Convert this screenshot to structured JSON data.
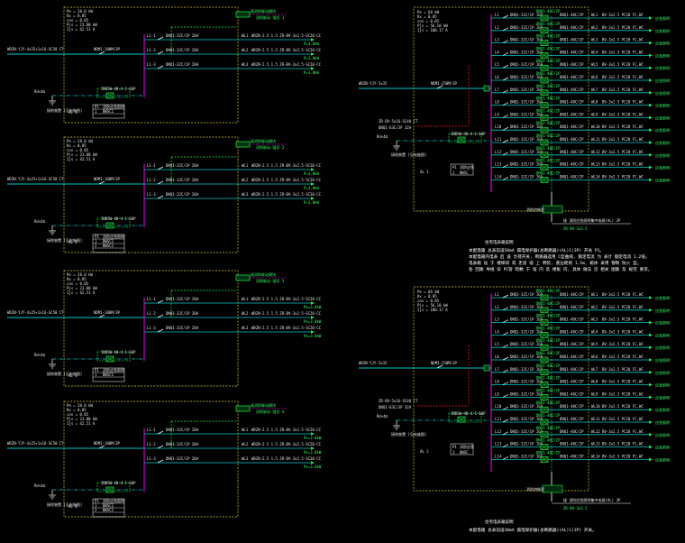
{
  "colors": {
    "background": "#000000",
    "panel_border": "#d8c83a",
    "bus": "#00c8c8",
    "busbar": "#b000b0",
    "green": "#22ee44",
    "red_dashed": "#ff2020",
    "white": "#ffffff"
  },
  "left_panels": [
    {
      "params": [
        "Pe = 28.0 kW",
        "Kx = 0.85",
        "cos = 0.85",
        "Pjs = 23.80 kW",
        "Ijs = 42.51 A"
      ],
      "incoming": "WDZN-YJY-4x25+1x16-SC50 CT",
      "main_breaker": "NDM1-100M/3P",
      "spd": "INDSW-40-4-1-60P",
      "earth": "Rd<4Ω",
      "bottom_note": "接地装置\n(见电施图)",
      "box_label": "AL 1",
      "box_rows": [
        [
          "P1",
          "消防应急照明"
        ],
        [
          "1",
          "BWSC1"
        ]
      ],
      "alarm_label": "接消防联动模块",
      "alarm_label2": "消防联动 强切 1",
      "circuits": [
        {
          "id": "L1-1",
          "breaker": "DNQ1-32C/1P 20A",
          "cable": "WDZN-2.5 1.5 ZR-BV-3x2.5-SC20-CC",
          "circ": "WL1",
          "load": "P=3.0kW"
        },
        {
          "id": "L1-2",
          "breaker": "DNQ1-32C/1P 20A",
          "cable": "WDZN-2.5 1.5 ZR-BV-3x2.5-SC20-CC",
          "circ": "WL2",
          "load": "P=3.0kW"
        },
        {
          "id": "L1-3",
          "breaker": "DNQ1-32C/1P 20A",
          "cable": "WDZN-2.5 1.5 ZR-BV-3x2.5-SC20-CC",
          "circ": "WL3",
          "load": "P=3.0kW"
        }
      ]
    },
    {
      "params": [
        "Pe = 28.0 kW",
        "Kx = 0.85",
        "cos = 0.85",
        "Pjs = 23.80 kW",
        "Ijs = 42.51 A"
      ],
      "incoming": "WDZN-YJY-4x25+1x16-SC50 CT",
      "main_breaker": "NDM1-100M/3P",
      "spd": "INDSW-40-4-1-60P",
      "earth": "Rd<4Ω",
      "bottom_note": "接地装置\n(见电施图)",
      "box_label": "AL 2",
      "box_rows": [
        [
          "P1",
          "消防应急照明"
        ],
        [
          "1",
          "BWSC1"
        ],
        [
          "2",
          "BWSC2"
        ]
      ],
      "alarm_label": "接消防联动模块",
      "alarm_label2": "消防联动 强切 2",
      "circuits": [
        {
          "id": "L1-1",
          "breaker": "DNQ1-32C/1P 20A",
          "cable": "WDZN-2.5 1.5 ZR-BV-3x2.5-SC20-CC",
          "circ": "WL1",
          "load": "P=3.0kW"
        },
        {
          "id": "L1-2",
          "breaker": "DNQ1-32C/1P 20A",
          "cable": "WDZN-2.5 1.5 ZR-BV-3x2.5-SC20-CC",
          "circ": "WL2",
          "load": "P=3.0kW"
        },
        {
          "id": "L1-3",
          "breaker": "DNQ1-32C/1P 20A",
          "cable": "WDZN-2.5 1.5 ZR-BV-3x2.5-SC20-CC",
          "circ": "WL3",
          "load": "P=3.0kW"
        }
      ]
    },
    {
      "params": [
        "Pe = 28.0 kW",
        "Kx = 0.85",
        "cos = 0.85",
        "Pjs = 23.80 kW",
        "Ijs = 42.51 A"
      ],
      "incoming": "WDZN-YJY-4x25+1x16-SC50 CT",
      "main_breaker": "NDM1-100M/3P",
      "spd": "INDSW-40-4-1-60P",
      "earth": "Rd<4Ω",
      "bottom_note": "接地装置\n(见电施图)",
      "box_label": "AL 3",
      "box_rows": [
        [
          "P1",
          "消防应急照明"
        ],
        [
          "1",
          "BWSC1"
        ]
      ],
      "alarm_label": "接消防联动模块",
      "alarm_label2": "消防联动 强切 3",
      "circuits": [
        {
          "id": "L1-1",
          "breaker": "DNQ1-32C/1P 20A",
          "cable": "WDZN-2.5 1.5 ZR-BV-3x2.5-SC20-CC",
          "circ": "WL1",
          "load": "Pe=3.0kW"
        },
        {
          "id": "L1-2",
          "breaker": "DNQ1-32C/1P 20A",
          "cable": "WDZN-2.5 1.5 ZR-BV-3x2.5-SC20-CC",
          "circ": "WL2",
          "load": "Pe=3.0kW"
        },
        {
          "id": "L1-3",
          "breaker": "DNQ1-32C/1P 20A",
          "cable": "WDZN-2.5 1.5 ZR-BV-3x2.5-SC20-CC",
          "circ": "WL3",
          "load": "Pe=3.0kW"
        }
      ]
    },
    {
      "params": [
        "Pe = 28.0 kW",
        "Kx = 0.85",
        "cos = 0.85",
        "Pjs = 23.80 kW",
        "Ijs = 42.51 A"
      ],
      "incoming": "WDZN-YJY-4x25+1x16-SC50 CT",
      "main_breaker": "NDM1-100M/3P",
      "spd": "INDSW-40-4-1-60P",
      "earth": "Rd<4Ω",
      "bottom_note": "接地装置\n(见电施图)",
      "box_label": "AL 4",
      "box_rows": [
        [
          "P1",
          "消防应急照明"
        ],
        [
          "1",
          "BWSC1"
        ],
        [
          "2",
          "BWSC2"
        ]
      ],
      "alarm_label": "接消防联动模块",
      "alarm_label2": "消防联动 强切 4",
      "circuits": [
        {
          "id": "L1-1",
          "breaker": "DNQ1-32C/1P 20A",
          "cable": "WDZN-2.5 1.5 ZR-BV-3x2.5-SC20-CC",
          "circ": "WL1",
          "load": "Pe=3.0kW"
        },
        {
          "id": "L1-2",
          "breaker": "DNQ1-32C/1P 20A",
          "cable": "WDZN-2.5 1.5 ZR-BV-3x2.5-SC20-CC",
          "circ": "WL2",
          "load": "Pe=3.0kW"
        },
        {
          "id": "L1-3",
          "breaker": "DNQ1-32C/1P 20A",
          "cable": "WDZN-2.5 1.5 ZR-BV-3x2.5-SC20-CC",
          "circ": "WL3",
          "load": "Pe=3.0kW"
        }
      ]
    }
  ],
  "right_panels": [
    {
      "params": [
        "Pe = 66 kW",
        "Kx = 0.85",
        "cos = 0.85",
        "Pjs = 56.10 kW",
        "Ijs = 100.17 A"
      ],
      "incoming": "WDZN-YJY-5x35",
      "main_breaker": "NDM1-250M/3P",
      "ats_label": "DNQ1-63C/3P 32A",
      "fire_label": "ZR-BV-5x16-SC40 CT",
      "spd": "INDSW-40-4-1-60P",
      "earth": "Rd<4Ω",
      "bottom_note": "接地装置\n(见电施图)",
      "box_label": "AL 1",
      "box_rows": [
        [
          "P1",
          "消防应急"
        ],
        [
          "1",
          "BWSC"
        ]
      ],
      "bottom_ref": "消防控制室",
      "bottom_cable": "接 消防应急照明集中电源(AL) 3P",
      "bottom_sub": "ZR-BV-3x2.5",
      "circuit_count": 14,
      "circuit_breaker": "DNQ1-32C/1P 16A",
      "circuit_rcd": "DNQ1-40C/2P",
      "circuit_cable": "BV-3x2.5 PC20 FC,WC",
      "circuit_load": "应急照明",
      "circuit_prefix": "L",
      "circuit_ids": [
        "L1",
        "L2",
        "L3",
        "L4",
        "L5",
        "L6",
        "L7",
        "L8",
        "L9",
        "L10",
        "L11",
        "L12",
        "L13",
        "L14"
      ],
      "circuit_wls": [
        "WL1",
        "WL2",
        "WL3",
        "WL4",
        "WL5",
        "WL6",
        "WL7",
        "WL8",
        "WL9",
        "WL10",
        "WL11",
        "WL12",
        "WL13",
        "WL14"
      ]
    },
    {
      "params": [
        "Pe = 66 kW",
        "Kx = 0.85",
        "cos = 0.85",
        "Pjs = 56.10 kW",
        "Ijs = 100.17 A"
      ],
      "incoming": "WDZN-YJY-5x35",
      "main_breaker": "NDM1-250M/3P",
      "ats_label": "DNQ1-63C/3P 32A",
      "fire_label": "ZR-BV-5x16-SC40 CT",
      "spd": "INDSW-40-4-1-60P",
      "earth": "Rd<4Ω",
      "bottom_note": "接地装置\n(见电施图)",
      "box_label": "AL 2",
      "box_rows": [
        [
          "P1",
          "消防应急"
        ],
        [
          "1",
          "BWSC"
        ]
      ],
      "bottom_ref": "消防控制室",
      "bottom_cable": "接 消防应急照明集中电源(AL) 3P",
      "bottom_sub": "ZR-BV-3x2.5",
      "circuit_count": 14,
      "circuit_breaker": "DNQ1-32C/1P 16A",
      "circuit_rcd": "DNQ1-40C/2P",
      "circuit_cable": "BV-3x2.5 PC20 FC,WC",
      "circuit_load": "应急照明",
      "circuit_prefix": "L",
      "circuit_ids": [
        "L1",
        "L2",
        "L3",
        "L4",
        "L5",
        "L6",
        "L7",
        "L8",
        "L9",
        "L10",
        "L11",
        "L12",
        "L13",
        "L14"
      ],
      "circuit_wls": [
        "WL1",
        "WL2",
        "WL3",
        "WL4",
        "WL5",
        "WL6",
        "WL7",
        "WL8",
        "WL9",
        "WL10",
        "WL11",
        "WL12",
        "WL13",
        "WL14"
      ]
    }
  ],
  "notes": [
    {
      "title": "住宅电表箱说明",
      "lines": [
        "本配电箱 总表前设50mA 漏电保护器(总断路器)(AL)1(3P) 开关 P1。",
        "本配电箱内电表 后 设 负荷开关, 断路器选用 C型曲线, 额定电流 为 表计 额定电流 1.2倍。",
        "电表箱 设 于 楼梯间 或 走道 墙 上 明装, 底边距地 1.5m, 箱体 采用 钢制 防火 型。",
        "各 回路 导线 穿 PC管 暗敷 于 墙 内 及 楼板 内, 具体 做法 见 相关 图集 及 规范 要求。"
      ]
    },
    {
      "title": "住宅电表箱说明",
      "lines": [
        "本配电箱 总表前设30mA 漏电保护器(总断路器)(AL)1(3P) 开关。"
      ]
    }
  ]
}
